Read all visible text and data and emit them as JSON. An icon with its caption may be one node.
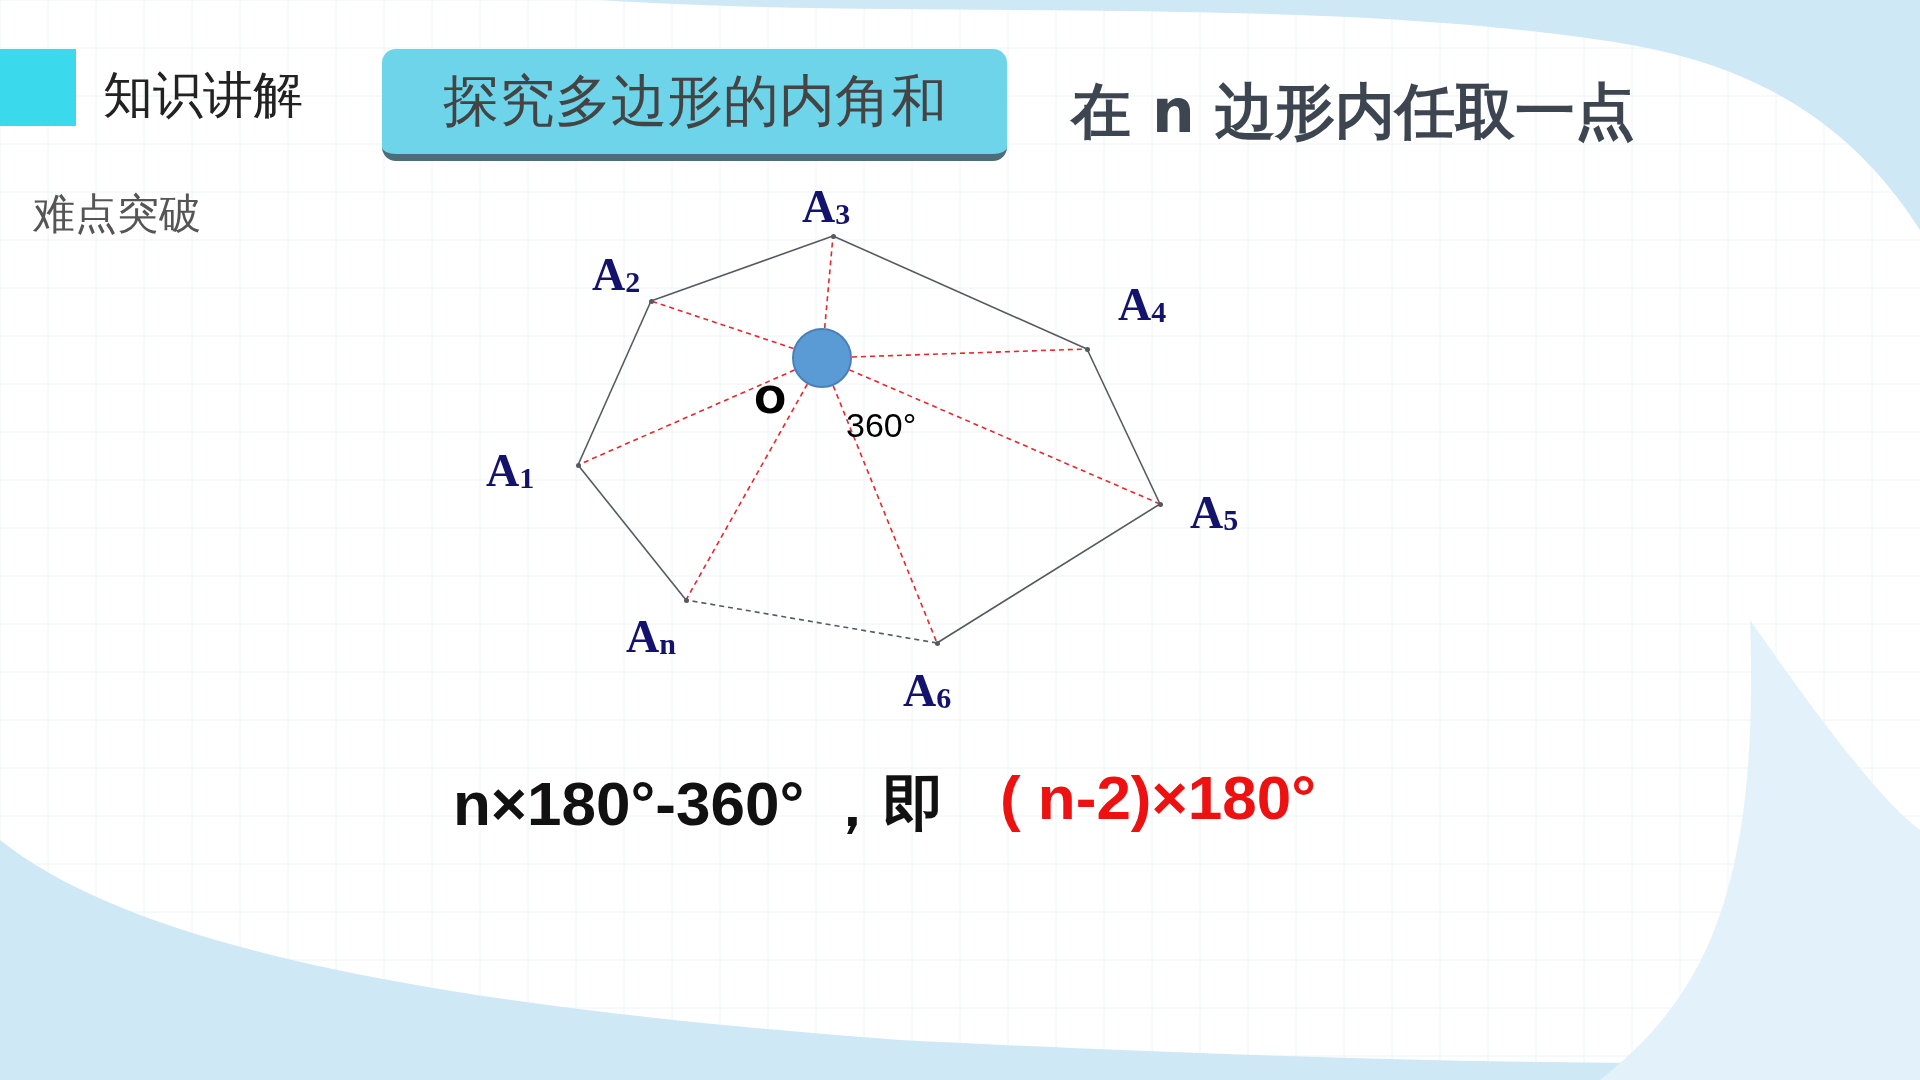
{
  "diagram": {
    "nodes": [
      {
        "text": [
          "探究多边形的内角和"
        ]
      },
      {
        "text": [],
        "shape": "circle",
        "beside": [
          "O",
          "360°"
        ]
      },
      {
        "text": [],
        "shape": "point",
        "beside": [
          "A$_{1}$"
        ]
      },
      {
        "text": [],
        "shape": "point",
        "beside": [
          "A$_{2}$"
        ]
      },
      {
        "text": [],
        "shape": "point",
        "beside": [
          "A$_{3}$"
        ]
      },
      {
        "text": [],
        "shape": "point",
        "beside": [
          "A$_{4}$"
        ]
      },
      {
        "text": [],
        "shape": "point",
        "beside": [
          "A$_{5}$"
        ]
      },
      {
        "text": [],
        "shape": "point",
        "beside": [
          "A$_{6}$"
        ]
      },
      {
        "text": [],
        "shape": "point",
        "beside": [
          "A$_{n}$"
        ]
      }
    ],
    "edges": [
      {
        "from": 2,
        "to": 3,
        "arrow": "none"
      },
      {
        "from": 3,
        "to": 4,
        "arrow": "none"
      },
      {
        "from": 4,
        "to": 5,
        "arrow": "none"
      },
      {
        "from": 5,
        "to": 6,
        "arrow": "none"
      },
      {
        "from": 6,
        "to": 7,
        "arrow": "none"
      },
      {
        "from": 7,
        "to": 8,
        "arrow": "none",
        "style": "dashed"
      },
      {
        "from": 8,
        "to": 2,
        "arrow": "none"
      },
      {
        "from": 1,
        "to": 2,
        "arrow": "none",
        "style": "dashed",
        "color": "#e8262b"
      },
      {
        "from": 1,
        "to": 3,
        "arrow": "none",
        "style": "dashed",
        "color": "#e8262b"
      },
      {
        "from": 1,
        "to": 4,
        "arrow": "none",
        "style": "dashed",
        "color": "#e8262b"
      },
      {
        "from": 1,
        "to": 5,
        "arrow": "none",
        "style": "dashed",
        "color": "#e8262b"
      },
      {
        "from": 1,
        "to": 6,
        "arrow": "none",
        "style": "dashed",
        "color": "#e8262b"
      },
      {
        "from": 1,
        "to": 7,
        "arrow": "none",
        "style": "dashed",
        "color": "#e8262b"
      },
      {
        "from": 1,
        "to": 8,
        "arrow": "none",
        "style": "dashed",
        "color": "#e8262b"
      }
    ],
    "labels": [
      "知识讲解",
      "在 n 边形内任取一点",
      "难点突破",
      "n×180°-360° ，即",
      "( n-2)×180°"
    ]
  }
}
